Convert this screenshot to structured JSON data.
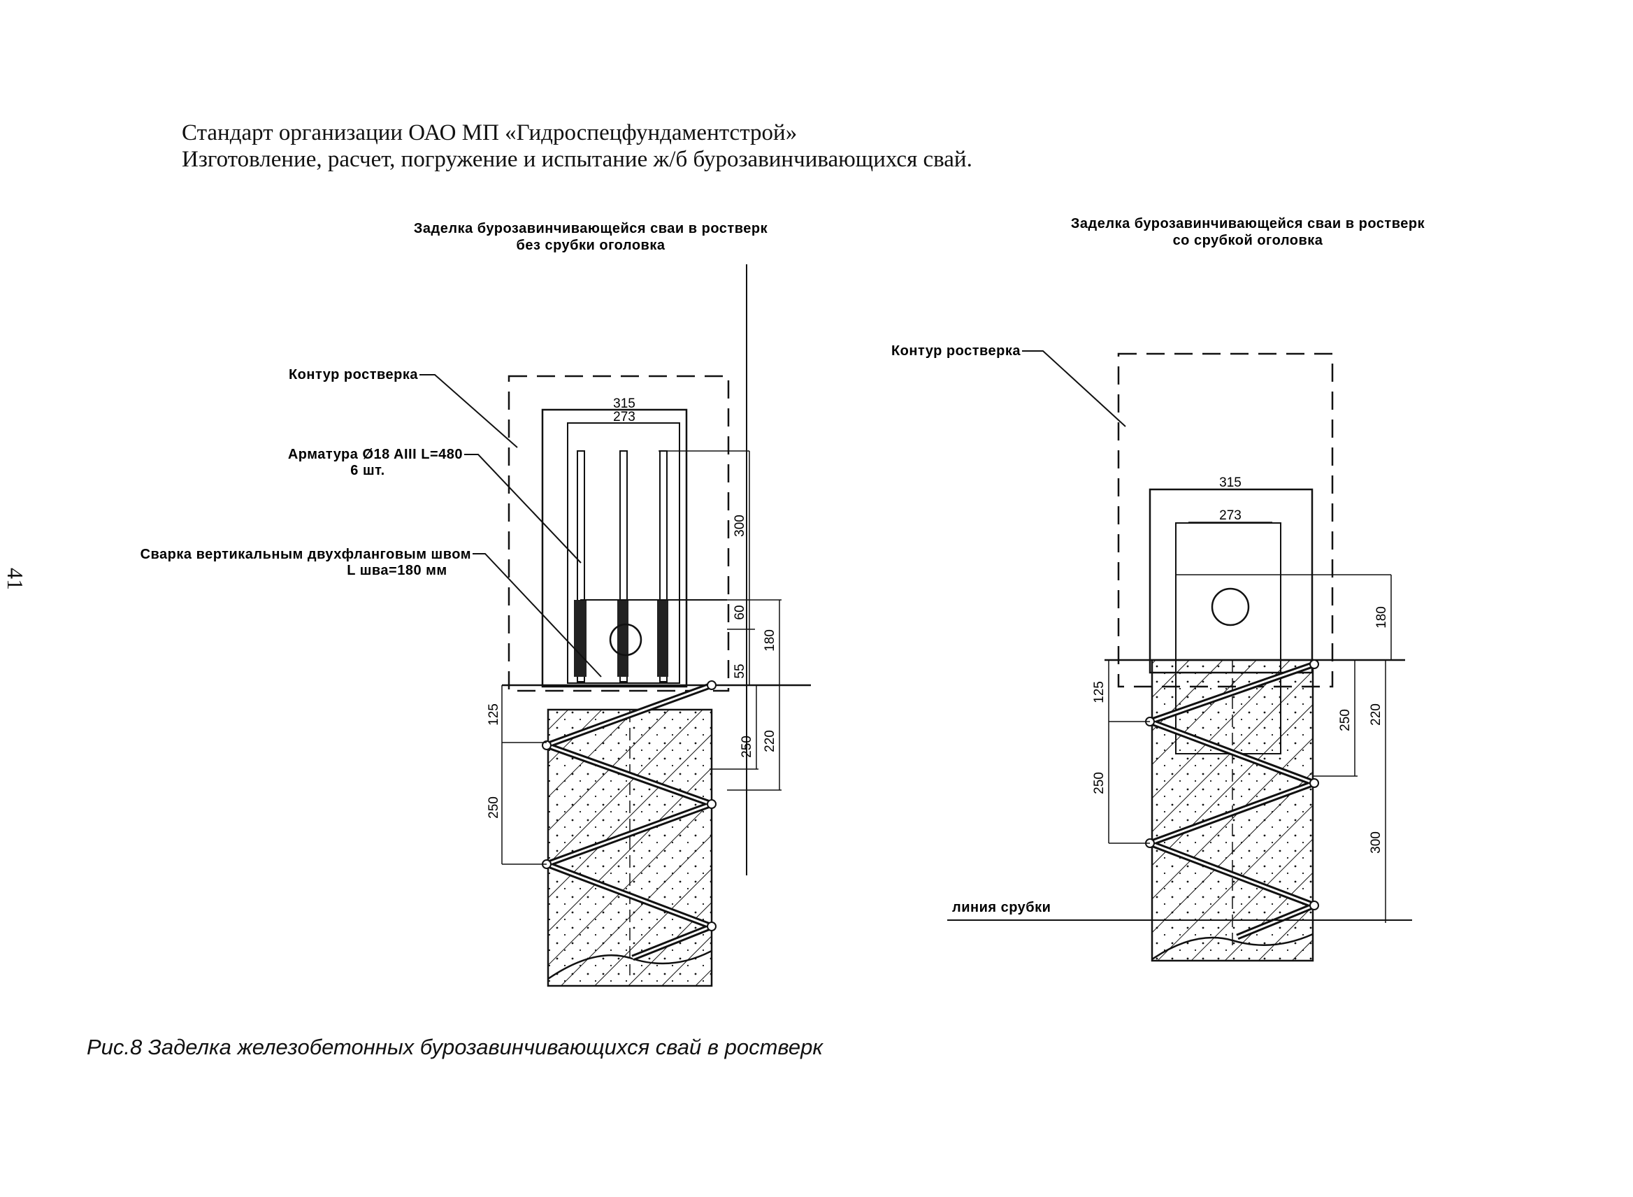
{
  "header": {
    "line1": "Стандарт организации ОАО МП «Гидроспецфундаментстрой»",
    "line2": "Изготовление, расчет, погружение и испытание ж/б бурозавинчивающихся свай."
  },
  "page_number": "41",
  "caption": "Рис.8 Заделка железобетонных бурозавинчивающихся свай в ростверк",
  "left_drawing": {
    "title_line1": "Заделка бурозавинчивающейся сваи в ростверк",
    "title_line2": "без срубки оголовка",
    "label_contour": "Контур ростверка",
    "label_rebar_line1": "Арматура Ø18 AIII L=480",
    "label_rebar_line2": "6 шт.",
    "label_weld_line1": "Сварка вертикальным двухфланговым швом",
    "label_weld_line2": "L шва=180 мм",
    "dims": {
      "d315": "315",
      "d273": "273",
      "d300": "300",
      "d60": "60",
      "d180": "180",
      "d55": "55",
      "d125": "125",
      "d250a": "250",
      "d220": "220",
      "d250b": "250"
    }
  },
  "right_drawing": {
    "title_line1": "Заделка бурозавинчивающейся сваи в ростверк",
    "title_line2": "со срубкой оголовка",
    "label_contour": "Контур ростверка",
    "label_cut": "линия срубки",
    "dims": {
      "d315": "315",
      "d273": "273",
      "d180": "180",
      "d125": "125",
      "d250a": "250",
      "d220": "220",
      "d250b": "250",
      "d300": "300"
    }
  }
}
